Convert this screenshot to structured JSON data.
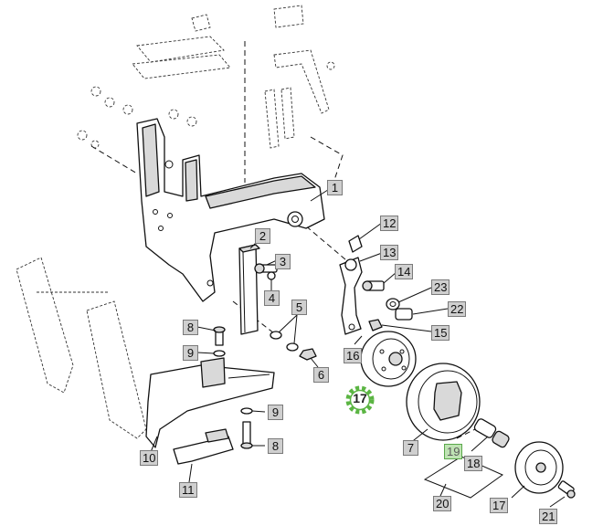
{
  "callouts": [
    {
      "id": "c1",
      "text": "1"
    },
    {
      "id": "c2",
      "text": "2"
    },
    {
      "id": "c3",
      "text": "3"
    },
    {
      "id": "c4",
      "text": "4"
    },
    {
      "id": "c5",
      "text": "5"
    },
    {
      "id": "c6",
      "text": "6"
    },
    {
      "id": "c7",
      "text": "7"
    },
    {
      "id": "c8a",
      "text": "8"
    },
    {
      "id": "c8b",
      "text": "8"
    },
    {
      "id": "c9a",
      "text": "9"
    },
    {
      "id": "c9b",
      "text": "9"
    },
    {
      "id": "c10",
      "text": "10"
    },
    {
      "id": "c11",
      "text": "11"
    },
    {
      "id": "c12",
      "text": "12"
    },
    {
      "id": "c13",
      "text": "13"
    },
    {
      "id": "c14",
      "text": "14"
    },
    {
      "id": "c15",
      "text": "15"
    },
    {
      "id": "c16",
      "text": "16"
    },
    {
      "id": "c17a",
      "text": "17"
    },
    {
      "id": "c17b",
      "text": "17"
    },
    {
      "id": "c18",
      "text": "18"
    },
    {
      "id": "c19",
      "text": "19"
    },
    {
      "id": "c20",
      "text": "20"
    },
    {
      "id": "c21",
      "text": "21"
    },
    {
      "id": "c22",
      "text": "22"
    },
    {
      "id": "c23",
      "text": "23"
    }
  ],
  "highlight": {
    "gear_callout": "17",
    "gear_color": "#5bb543",
    "box_callout": "19",
    "box_color": "#bfe3b4"
  }
}
